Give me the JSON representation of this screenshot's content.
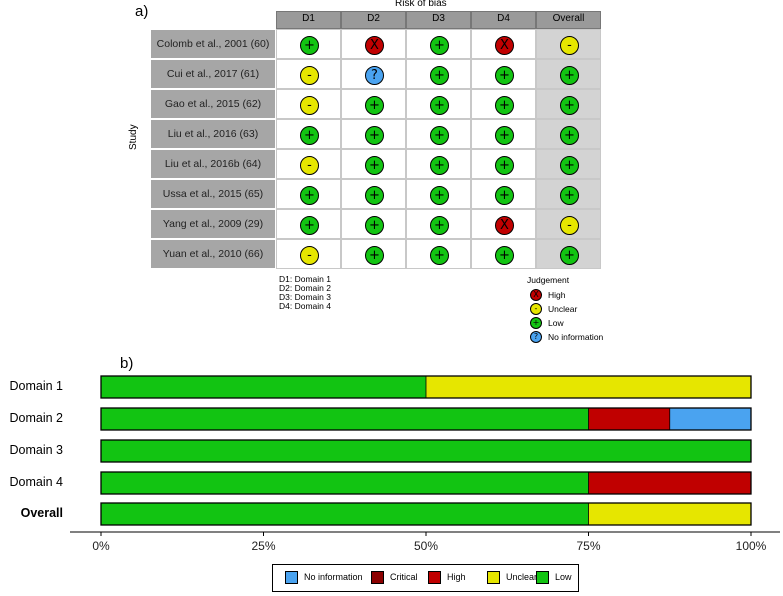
{
  "panel_a": {
    "label": "a)",
    "header": "Risk of bias",
    "y_label": "Study",
    "columns": [
      "D1",
      "D2",
      "D3",
      "D4",
      "Overall"
    ],
    "rows": [
      {
        "study": "Colomb et al., 2001 (60)",
        "judgements": [
          "Low",
          "High",
          "Low",
          "High",
          "Unclear"
        ]
      },
      {
        "study": "Cui et al., 2017 (61)",
        "judgements": [
          "Unclear",
          "No information",
          "Low",
          "Low",
          "Low"
        ]
      },
      {
        "study": "Gao et al., 2015 (62)",
        "judgements": [
          "Unclear",
          "Low",
          "Low",
          "Low",
          "Low"
        ]
      },
      {
        "study": "Liu et al., 2016 (63)",
        "judgements": [
          "Low",
          "Low",
          "Low",
          "Low",
          "Low"
        ]
      },
      {
        "study": "Liu et al., 2016b (64)",
        "judgements": [
          "Unclear",
          "Low",
          "Low",
          "Low",
          "Low"
        ]
      },
      {
        "study": "Ussa et al., 2015 (65)",
        "judgements": [
          "Low",
          "Low",
          "Low",
          "Low",
          "Low"
        ]
      },
      {
        "study": "Yang et al., 2009 (29)",
        "judgements": [
          "Low",
          "Low",
          "Low",
          "High",
          "Unclear"
        ]
      },
      {
        "study": "Yuan et al., 2010 (66)",
        "judgements": [
          "Unclear",
          "Low",
          "Low",
          "Low",
          "Low"
        ]
      }
    ],
    "domain_notes": [
      "D1: Domain 1",
      "D2: Domain 2",
      "D3: Domain 3",
      "D4: Domain 4"
    ],
    "legend_title": "Judgement",
    "legend": [
      {
        "name": "High",
        "symbol": "X",
        "color": "#c00000"
      },
      {
        "name": "Unclear",
        "symbol": "-",
        "color": "#e6e600"
      },
      {
        "name": "Low",
        "symbol": "+",
        "color": "#12c412"
      },
      {
        "name": "No information",
        "symbol": "?",
        "color": "#4aa3f0"
      }
    ],
    "symbols": {
      "Low": {
        "glyph": "+",
        "color": "#12c412"
      },
      "High": {
        "glyph": "X",
        "color": "#c00000"
      },
      "Unclear": {
        "glyph": "-",
        "color": "#e6e600"
      },
      "No information": {
        "glyph": "?",
        "color": "#4aa3f0"
      }
    }
  },
  "chart_data": {
    "type": "bar",
    "label": "b)",
    "orientation": "horizontal",
    "stacked": true,
    "categories": [
      "Domain 1",
      "Domain 2",
      "Domain 3",
      "Domain 4",
      "Overall"
    ],
    "series": [
      {
        "name": "Low",
        "color": "#12c412",
        "values": [
          50,
          75,
          100,
          75,
          75
        ]
      },
      {
        "name": "Unclear",
        "color": "#e6e600",
        "values": [
          50,
          0,
          0,
          0,
          25
        ]
      },
      {
        "name": "High",
        "color": "#c00000",
        "values": [
          0,
          12.5,
          0,
          25,
          0
        ]
      },
      {
        "name": "Critical",
        "color": "#8b0000",
        "values": [
          0,
          0,
          0,
          0,
          0
        ]
      },
      {
        "name": "No information",
        "color": "#4aa3f0",
        "values": [
          0,
          12.5,
          0,
          0,
          0
        ]
      }
    ],
    "xlim": [
      0,
      100
    ],
    "x_ticks": [
      "0%",
      "25%",
      "50%",
      "75%",
      "100%"
    ],
    "legend_order": [
      "No information",
      "Critical",
      "High",
      "Unclear",
      "Low"
    ],
    "legend_position": "bottom"
  }
}
